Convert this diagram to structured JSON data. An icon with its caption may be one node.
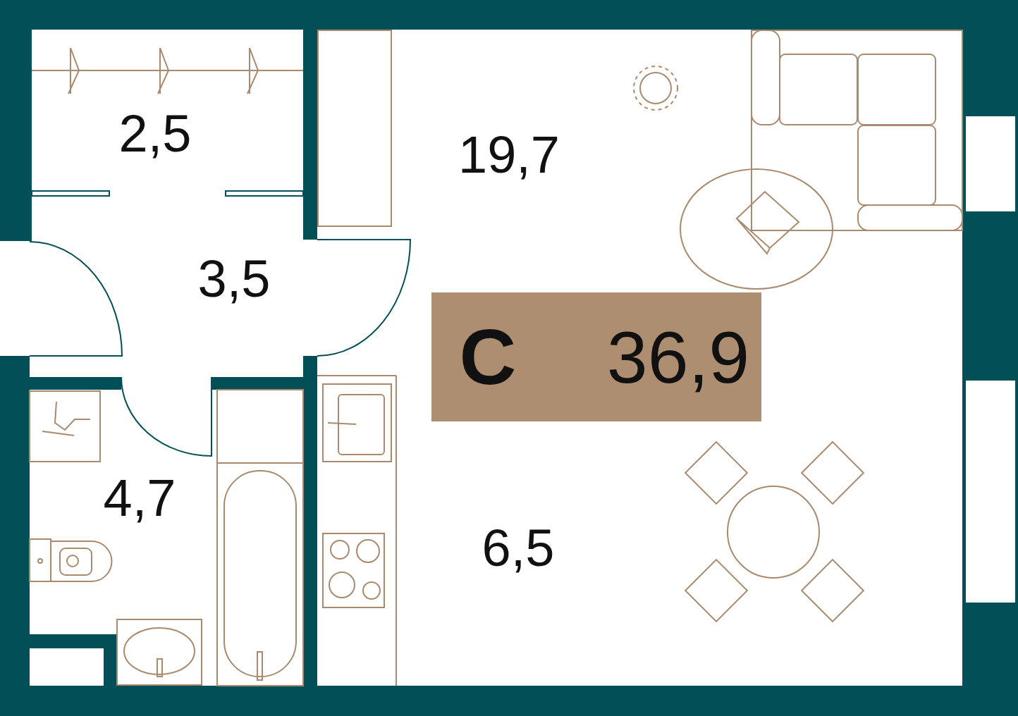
{
  "diagram": {
    "nodes": [
      {
        "text": [
          "С",
          "36,9"
        ]
      }
    ],
    "edges": [],
    "labels": [
      "2,5",
      "19,7",
      "3,5",
      "4,7",
      "6,5"
    ]
  }
}
